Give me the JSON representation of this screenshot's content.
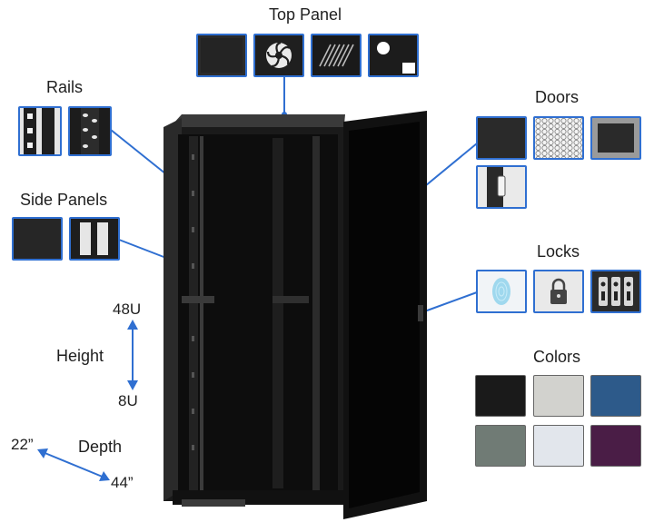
{
  "labels": {
    "top_panel": "Top Panel",
    "rails": "Rails",
    "doors": "Doors",
    "side_panels": "Side Panels",
    "locks": "Locks",
    "colors": "Colors",
    "height": "Height",
    "height_max": "48U",
    "height_min": "8U",
    "depth": "Depth",
    "depth_min": "22”",
    "depth_max": "44”"
  },
  "top_panel_options": [
    "solid-panel",
    "fan-panel",
    "perforated-panel",
    "cable-cutout-panel"
  ],
  "rail_options": [
    "square-hole-rail",
    "round-hole-rail"
  ],
  "door_options": [
    "solid-door",
    "hex-perforated-door",
    "window-door",
    "handle-door"
  ],
  "side_panel_options": [
    "solid-side-panel",
    "vented-side-panel"
  ],
  "lock_options": [
    "fingerprint-lock-icon",
    "padlock-icon",
    "combination-lock-icon"
  ],
  "color_swatches": [
    "#1b1b1b",
    "#cfcfcb",
    "#2d5a8a",
    "#6f7a74",
    "#dfe3ea",
    "#4a1d46"
  ],
  "accent_color": "#2f6fd1"
}
